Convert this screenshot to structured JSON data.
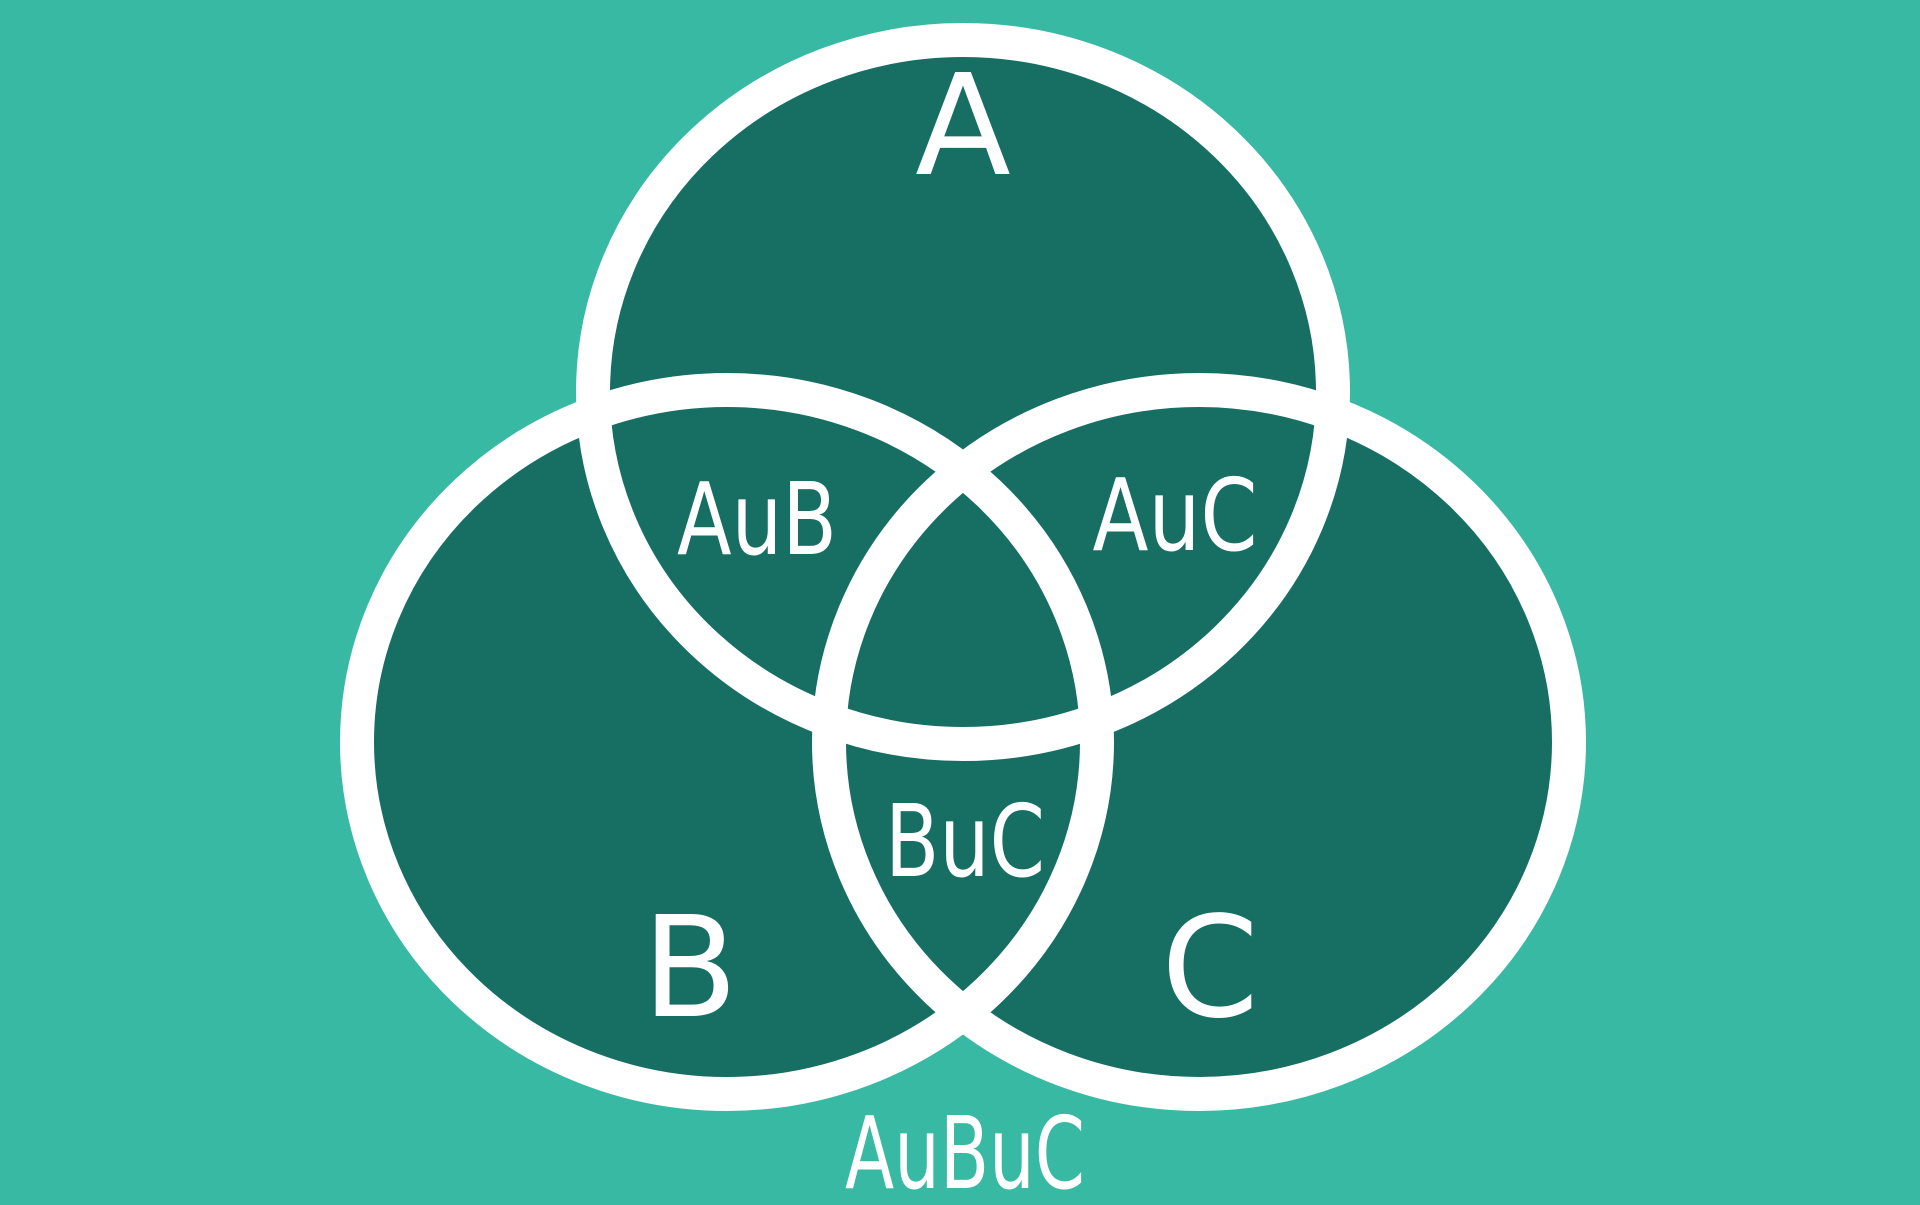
{
  "colors": {
    "background": "#38b9a3",
    "fill": "#166f62",
    "stroke": "#ffffff",
    "text": "#ffffff"
  },
  "diagram": {
    "sets": [
      {
        "id": "a",
        "label": "A"
      },
      {
        "id": "b",
        "label": "B"
      },
      {
        "id": "c",
        "label": "C"
      }
    ],
    "regions": [
      {
        "id": "a-b",
        "label": "AuB"
      },
      {
        "id": "a-c",
        "label": "AuC"
      },
      {
        "id": "b-c",
        "label": "BuC"
      }
    ],
    "union_label": "AuBuC"
  }
}
